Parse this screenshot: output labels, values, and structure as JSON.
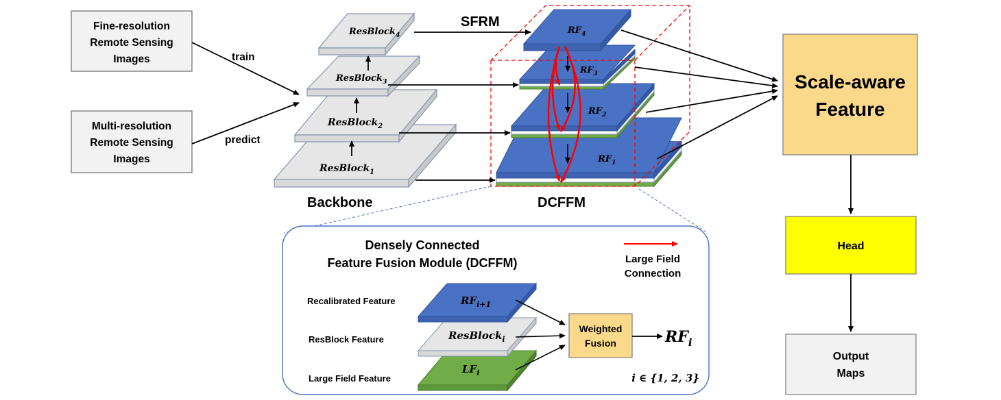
{
  "inputs": {
    "fine_line1": "Fine-resolution",
    "fine_line2": "Remote Sensing",
    "fine_line3": "Images",
    "multi_line1": "Multi-resolution",
    "multi_line2": "Remote Sensing",
    "multi_line3": "Images",
    "train_label": "train",
    "predict_label": "predict"
  },
  "backbone": {
    "title": "Backbone",
    "blocks": [
      {
        "name": "ResBlock",
        "sub": "1"
      },
      {
        "name": "ResBlock",
        "sub": "2"
      },
      {
        "name": "ResBlock",
        "sub": "3"
      },
      {
        "name": "ResBlock",
        "sub": "4"
      }
    ]
  },
  "middle": {
    "sfrm_label": "SFRM",
    "dcffm_label": "DCFFM",
    "rf_layers": [
      {
        "name": "RF",
        "sub": "1"
      },
      {
        "name": "RF",
        "sub": "2"
      },
      {
        "name": "RF",
        "sub": "3"
      },
      {
        "name": "RF",
        "sub": "4"
      }
    ]
  },
  "right": {
    "scale_line1": "Scale-aware",
    "scale_line2": "Feature",
    "head": "Head",
    "output_line1": "Output",
    "output_line2": "Maps"
  },
  "detail": {
    "title_line1": "Densely Connected",
    "title_line2": "Feature Fusion Module (DCFFM)",
    "legend_line1": "Large Field",
    "legend_line2": "Connection",
    "row_recal": "Recalibrated Feature",
    "row_resblock": "ResBlock Feature",
    "row_large": "Large Field Feature",
    "rf_next": {
      "name": "RF",
      "sub": "i+1"
    },
    "resblock_i": {
      "name": "ResBlock",
      "sub": "i"
    },
    "lf_i": {
      "name": "LF",
      "sub": "i"
    },
    "fusion_line1": "Weighted",
    "fusion_line2": "Fusion",
    "output": {
      "name": "RF",
      "sub": "i"
    },
    "index_set": "i ∈ {1, 2, 3}"
  },
  "colors": {
    "blue": "#4a72c4",
    "blue_dark": "#2f53a0",
    "gray": "#e6e6e6",
    "gray_edge": "#8496b0",
    "green": "#70ad47",
    "green_dark": "#4e7f33",
    "orange": "#fbd98a",
    "yellow": "#ffff00",
    "red": "#ff0000",
    "module_border": "#4472c4"
  }
}
